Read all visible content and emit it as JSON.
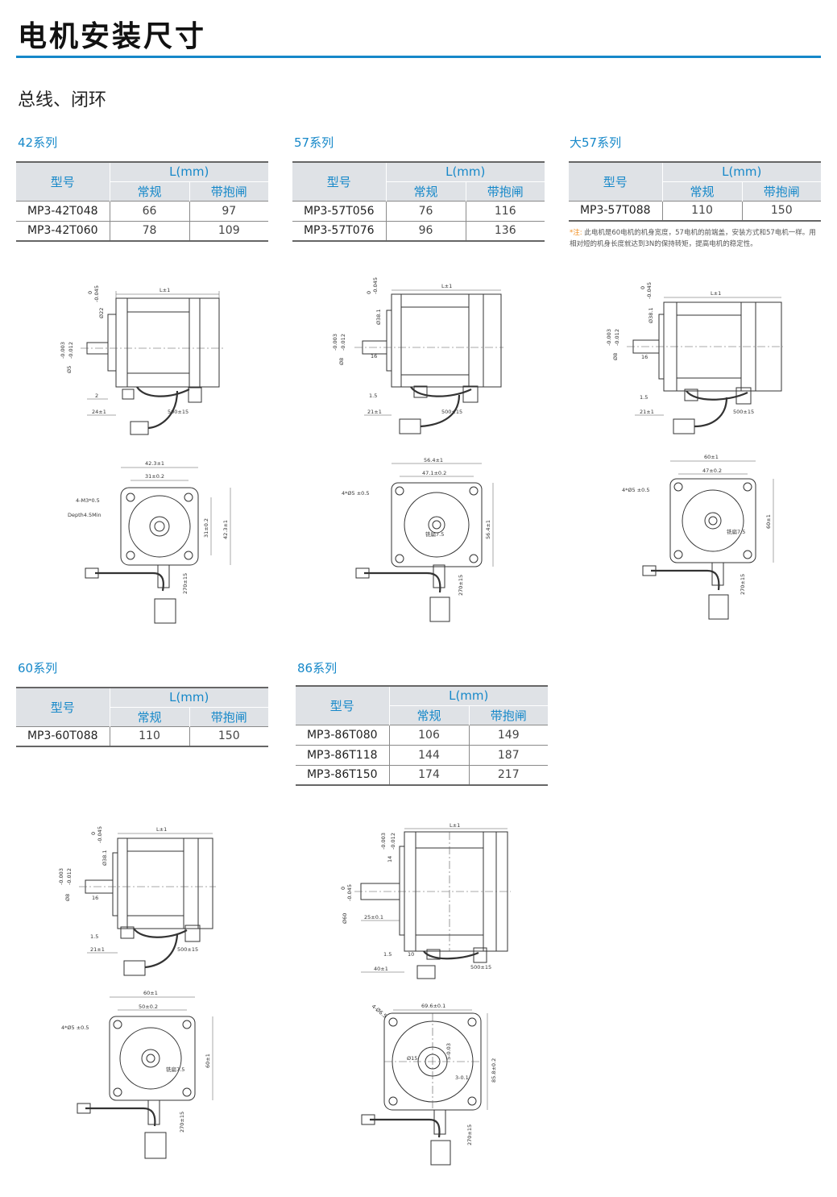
{
  "page": {
    "title": "电机安装尺寸",
    "subtitle": "总线、闭环",
    "accent_color": "#1688c9"
  },
  "table_headers": {
    "model": "型号",
    "length": "L(mm)",
    "normal": "常规",
    "brake": "带抱闸"
  },
  "series": {
    "s42": {
      "title": "42系列",
      "rows": [
        {
          "model": "MP3-42T048",
          "normal": "66",
          "brake": "97"
        },
        {
          "model": "MP3-42T060",
          "normal": "78",
          "brake": "109"
        }
      ]
    },
    "s57": {
      "title": "57系列",
      "rows": [
        {
          "model": "MP3-57T056",
          "normal": "76",
          "brake": "116"
        },
        {
          "model": "MP3-57T076",
          "normal": "96",
          "brake": "136"
        }
      ]
    },
    "s57b": {
      "title": "大57系列",
      "rows": [
        {
          "model": "MP3-57T088",
          "normal": "110",
          "brake": "150"
        }
      ]
    },
    "s60": {
      "title": "60系列",
      "rows": [
        {
          "model": "MP3-60T088",
          "normal": "110",
          "brake": "150"
        }
      ]
    },
    "s86": {
      "title": "86系列",
      "rows": [
        {
          "model": "MP3-86T080",
          "normal": "106",
          "brake": "149"
        },
        {
          "model": "MP3-86T118",
          "normal": "144",
          "brake": "187"
        },
        {
          "model": "MP3-86T150",
          "normal": "174",
          "brake": "217"
        }
      ]
    }
  },
  "note": {
    "mark": "*注:",
    "text": "此电机是60电机的机身宽度，57电机的前端盖，安装方式和57电机一样。用相对短的机身长度就达到3N的保持转矩，提高电机的稳定性。"
  },
  "drawing_labels": {
    "common": {
      "length": "L±1",
      "cable_500": "500±15",
      "cable_270": "270±15",
      "tol_0": "0",
      "tol_045": "-0.045",
      "tol_003": "-0.003",
      "tol_012": "-0.012",
      "flat": "铣扁7.5"
    },
    "d42": {
      "boss": "Ø22",
      "shaft": "Ø5",
      "step": "2",
      "shaft_len": "24±1",
      "width": "42.3±1",
      "pitch": "31±0.2",
      "holes": "4-M3*0.5",
      "depth": "Depth4.5Min"
    },
    "d57": {
      "boss": "Ø38.1",
      "shaft": "Ø8",
      "flat_len": "16",
      "step": "1.5",
      "shaft_len": "21±1",
      "width": "56.4±1",
      "pitch": "47.1±0.2",
      "holes": "4*Ø5 ±0.5"
    },
    "d57b": {
      "boss": "Ø38.1",
      "shaft": "Ø8",
      "flat_len": "16",
      "step": "1.5",
      "shaft_len": "21±1",
      "width": "60±1",
      "pitch": "47±0.2",
      "holes": "4*Ø5 ±0.5"
    },
    "d60": {
      "boss": "Ø38.1",
      "shaft": "Ø8",
      "flat_len": "16",
      "step": "1.5",
      "shaft_len": "21±1",
      "width": "60±1",
      "pitch": "50±0.2",
      "holes": "4*Ø5 ±0.5"
    },
    "d86": {
      "boss": "Ø60",
      "key": "14",
      "key_len": "25±0.1",
      "step": "1.5",
      "flange": "10",
      "shaft_len": "40±1",
      "width": "85.8±0.2",
      "pitch": "69.6±0.1",
      "holes": "4-Ø6.5",
      "shaft_dia": "Ø15",
      "key_w": "5-0.03",
      "key_d": "3-0.1"
    }
  }
}
